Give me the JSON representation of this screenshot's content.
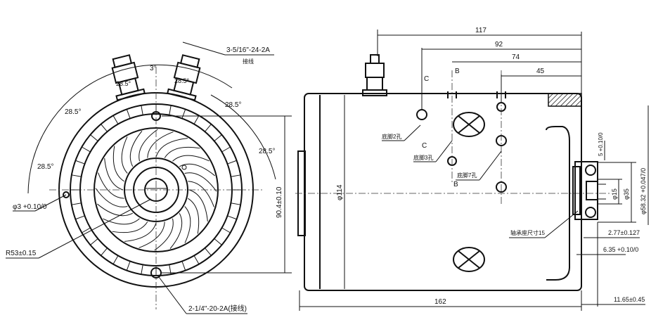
{
  "front_view": {
    "thread_top": "3-5/16\"-24-2A",
    "thread_top_note": "接线",
    "angle_small": "3°",
    "angle_terminal_left": "28.5°",
    "angle_terminal_right": "28.5°",
    "angle_left_1": "28.5°",
    "angle_left_2": "28.5°",
    "angle_right_1": "28.5°",
    "angle_right_2": "28.5°",
    "hole_dia": "φ3 +0.10/0",
    "radius": "R53±0.15",
    "bottom_thread": "2-1/4\"-20-2A(接线)",
    "height": "90.4±0.10"
  },
  "side_view": {
    "dim_117": "117",
    "dim_92": "92",
    "dim_74": "74",
    "dim_45": "45",
    "section_c_top": "C",
    "section_c_bottom": "C",
    "section_b_top": "B",
    "section_b_bottom": "B",
    "hole_note_1": "底脚2孔",
    "hole_note_2": "底脚3孔",
    "hole_note_3": "底脚7孔",
    "bearing_note": "轴承座尺寸15",
    "diameter_body": "φ114",
    "length": "162",
    "shaft_offset": "11.65±0.45",
    "dim_277": "2.77±0.127",
    "dim_635": "6.35 +0.10/0",
    "dia_15": "φ15",
    "dia_35": "φ35",
    "dia_5832": "φ58.32 +0.047/0",
    "dim_5": "5 +0.10/0"
  }
}
